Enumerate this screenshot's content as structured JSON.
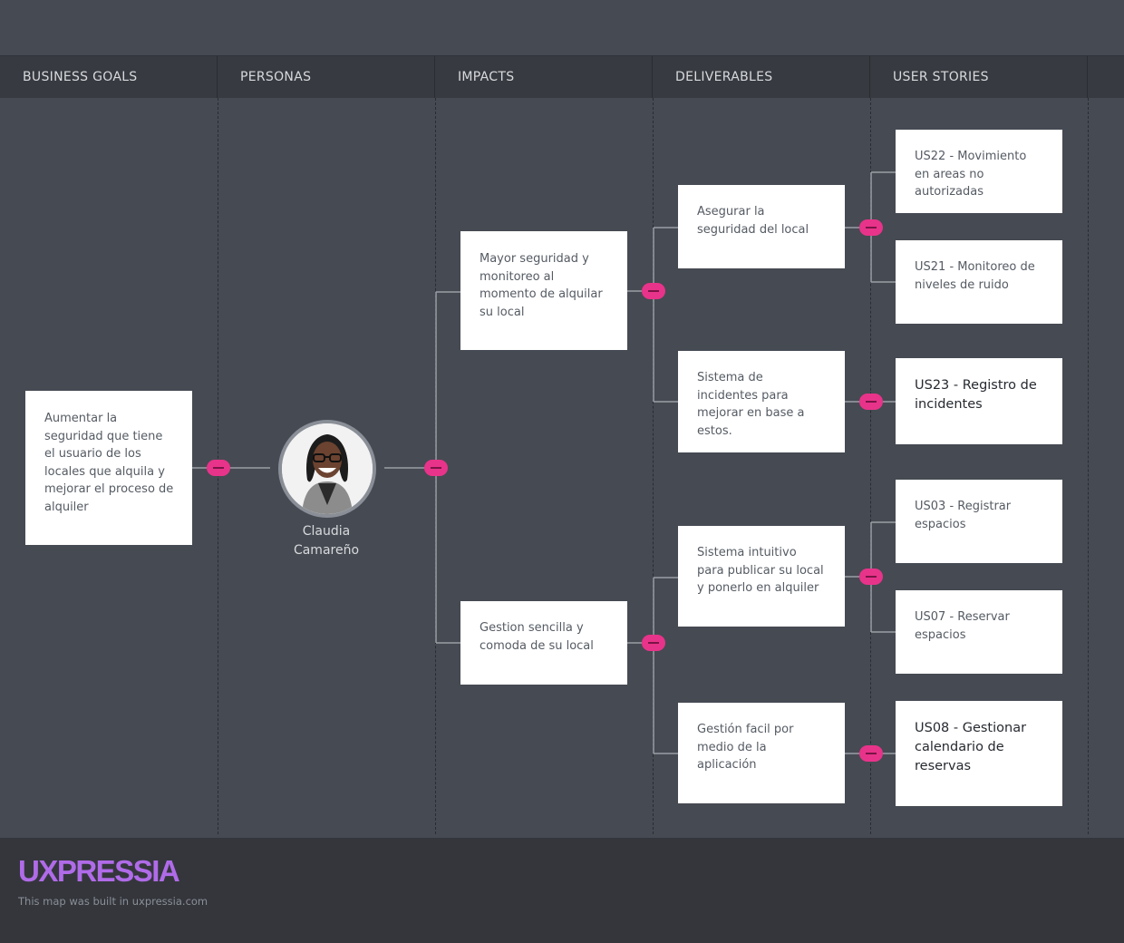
{
  "columns": [
    "BUSINESS GOALS",
    "PERSONAS",
    "IMPACTS",
    "DELIVERABLES",
    "USER STORIES"
  ],
  "business_goal": "Aumentar la seguridad que tiene el usuario de los locales que alquila y mejorar el proceso de alquiler",
  "persona": {
    "name": "Claudia Camareño"
  },
  "impacts": [
    "Mayor seguridad y monitoreo al momento de alquilar su local",
    "Gestion sencilla y comoda de su local"
  ],
  "deliverables": [
    "Asegurar la seguridad del local",
    "Sistema de incidentes para mejorar en base a estos.",
    "Sistema intuitivo para publicar su local y ponerlo en alquiler",
    "Gestión facil por medio de la aplicación"
  ],
  "user_stories": [
    "US22 - Movimiento en areas no autorizadas",
    "US21 - Monitoreo de niveles de ruido",
    "US23 - Registro de incidentes",
    "US03 - Registrar espacios",
    "US07 - Reservar espacios",
    "US08 - Gestionar calendario de reservas"
  ],
  "footer": {
    "logo": "UXPRESSIA",
    "note": "This map was built in uxpressia.com"
  },
  "colors": {
    "background": "#464a52",
    "header": "#373a40",
    "toggle": "#e8338a",
    "logo": "#b06be8"
  }
}
